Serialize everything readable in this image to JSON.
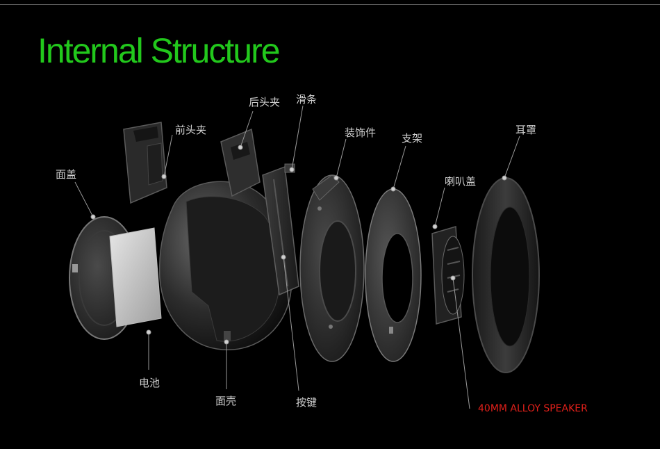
{
  "title": "Internal Structure",
  "labels": {
    "face_cover": "面盖",
    "front_clip": "前头夹",
    "rear_clip": "后头夹",
    "slider": "滑条",
    "trim": "装饰件",
    "bracket": "支架",
    "ear_cushion": "耳罩",
    "speaker_cover": "喇叭盖",
    "battery": "电池",
    "shell": "面壳",
    "button": "按键",
    "speaker": "40MM ALLOY SPEAKER"
  },
  "colors": {
    "background": "#000000",
    "title": "#22c81c",
    "label": "#cfcfcf",
    "leader": "#9a9a9a",
    "speaker_label": "#e0201a"
  }
}
